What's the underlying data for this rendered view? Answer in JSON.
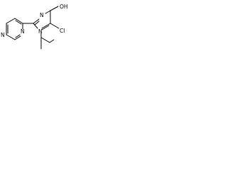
{
  "structure": {
    "atoms": {
      "ring_n_left": "N",
      "ring_n_top": "N",
      "pyrimidine_n_upper": "N",
      "pyrimidine_n_lower": "N",
      "hydroxyl": "OH",
      "chloro": "Cl"
    }
  },
  "colors": {
    "bond": "#000000",
    "label": "#000000",
    "background": "#ffffff"
  }
}
